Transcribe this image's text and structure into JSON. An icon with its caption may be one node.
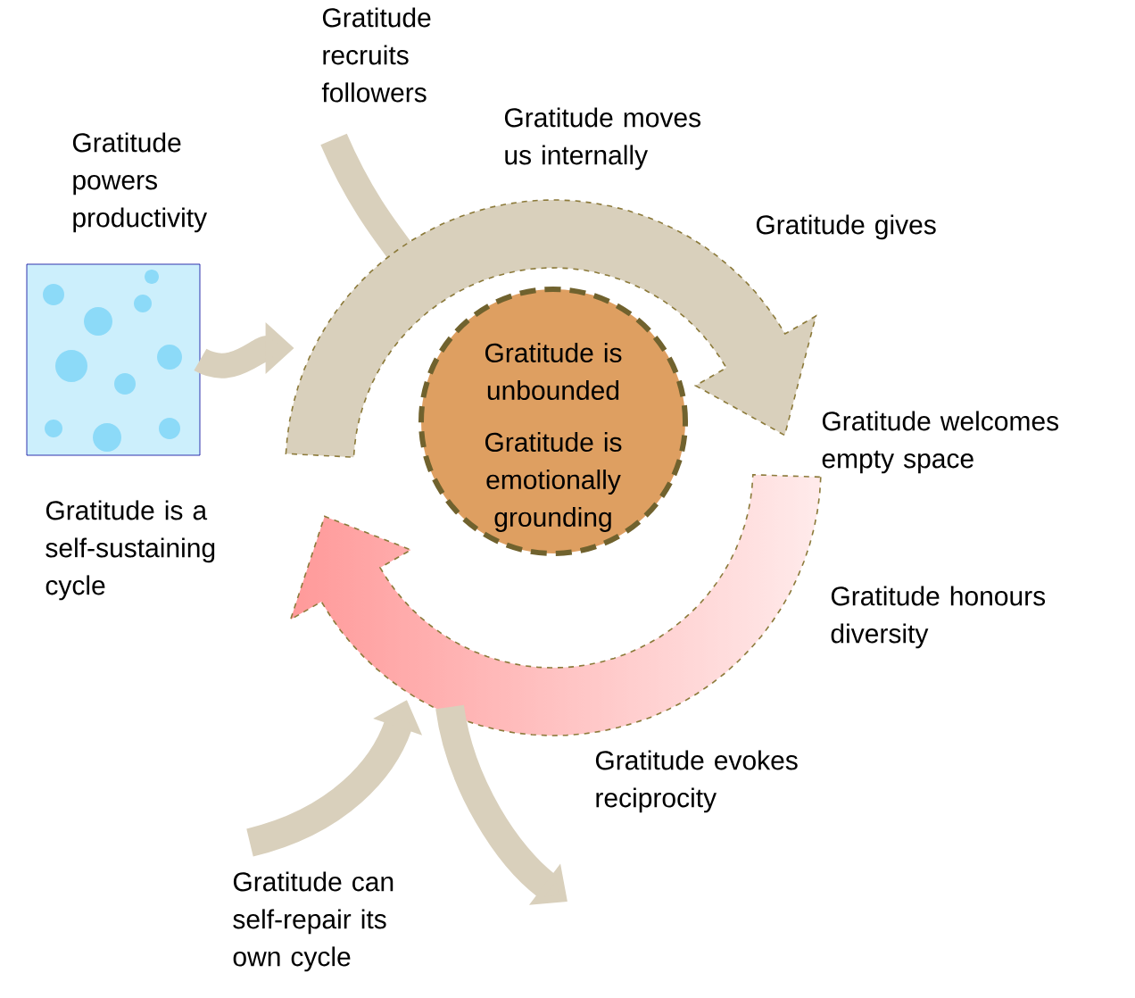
{
  "diagram": {
    "nodes": [
      {
        "text": [
          "Gratitude powers productivity"
        ]
      },
      {
        "text": [
          "Gratitude is unbounded",
          "Gratitude is emotionally grounding"
        ]
      },
      {
        "text": [],
        "shape": "arrow"
      }
    ],
    "edges": [
      {
        "from": 0,
        "to": 2,
        "arrow": "to"
      }
    ],
    "labels": [
      "Gratitude recruits followers",
      "Gratitude moves us internally",
      "Gratitude gives",
      "Gratitude welcomes empty space",
      "Gratitude is a self-sustaining cycle",
      "Gratitude honours diversity",
      "Gratitude evokes reciprocity",
      "Gratitude can self-repair its own cycle"
    ]
  }
}
